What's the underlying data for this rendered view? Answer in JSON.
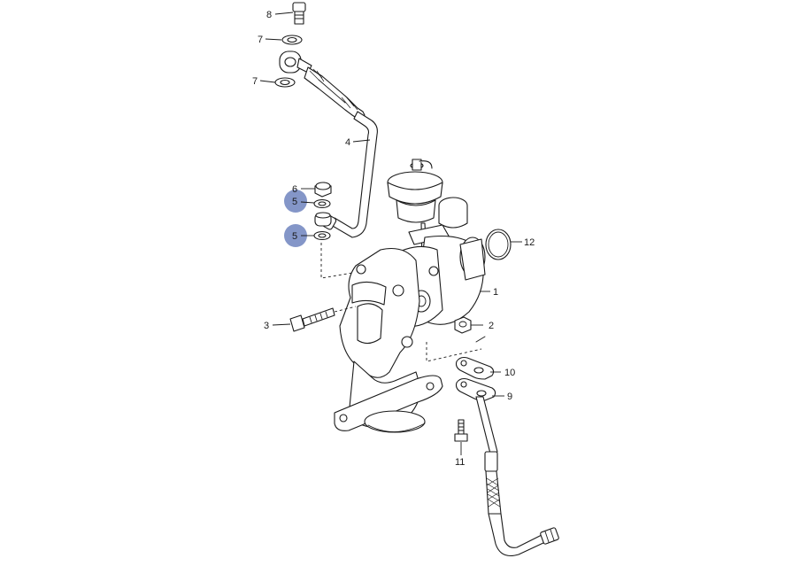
{
  "callouts": [
    {
      "id": "c1",
      "label": "1"
    },
    {
      "id": "c2",
      "label": "2"
    },
    {
      "id": "c3",
      "label": "3"
    },
    {
      "id": "c4",
      "label": "4"
    },
    {
      "id": "c5a",
      "label": "5",
      "highlighted": true
    },
    {
      "id": "c5b",
      "label": "5",
      "highlighted": true
    },
    {
      "id": "c6",
      "label": "6"
    },
    {
      "id": "c7a",
      "label": "7"
    },
    {
      "id": "c7b",
      "label": "7"
    },
    {
      "id": "c8",
      "label": "8"
    },
    {
      "id": "c9",
      "label": "9"
    },
    {
      "id": "c10",
      "label": "10"
    },
    {
      "id": "c11",
      "label": "11"
    },
    {
      "id": "c12",
      "label": "12"
    }
  ],
  "colors": {
    "highlight": "#8496c8",
    "line": "#1a1a1a",
    "background": "#ffffff"
  }
}
